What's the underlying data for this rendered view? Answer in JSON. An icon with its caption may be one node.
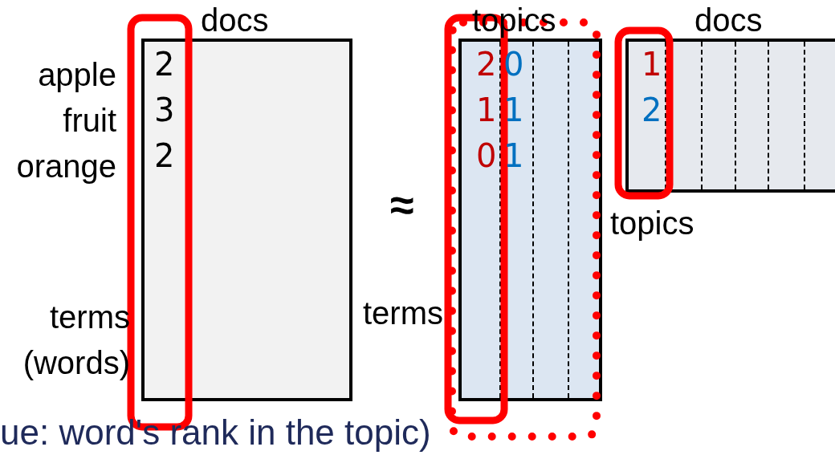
{
  "diagram": {
    "nodes": [
      {
        "text": [
          "2",
          "3",
          "2"
        ]
      },
      {
        "text": [
          "2",
          "0",
          "1",
          "1",
          "0",
          "1"
        ]
      },
      {
        "text": [
          "1",
          "2"
        ]
      }
    ],
    "labels": [
      "docs",
      "apple",
      "fruit",
      "orange",
      "terms (words)",
      "≈",
      "topics",
      "terms",
      "docs",
      "topics",
      "ue: word's rank in the topic)"
    ]
  }
}
